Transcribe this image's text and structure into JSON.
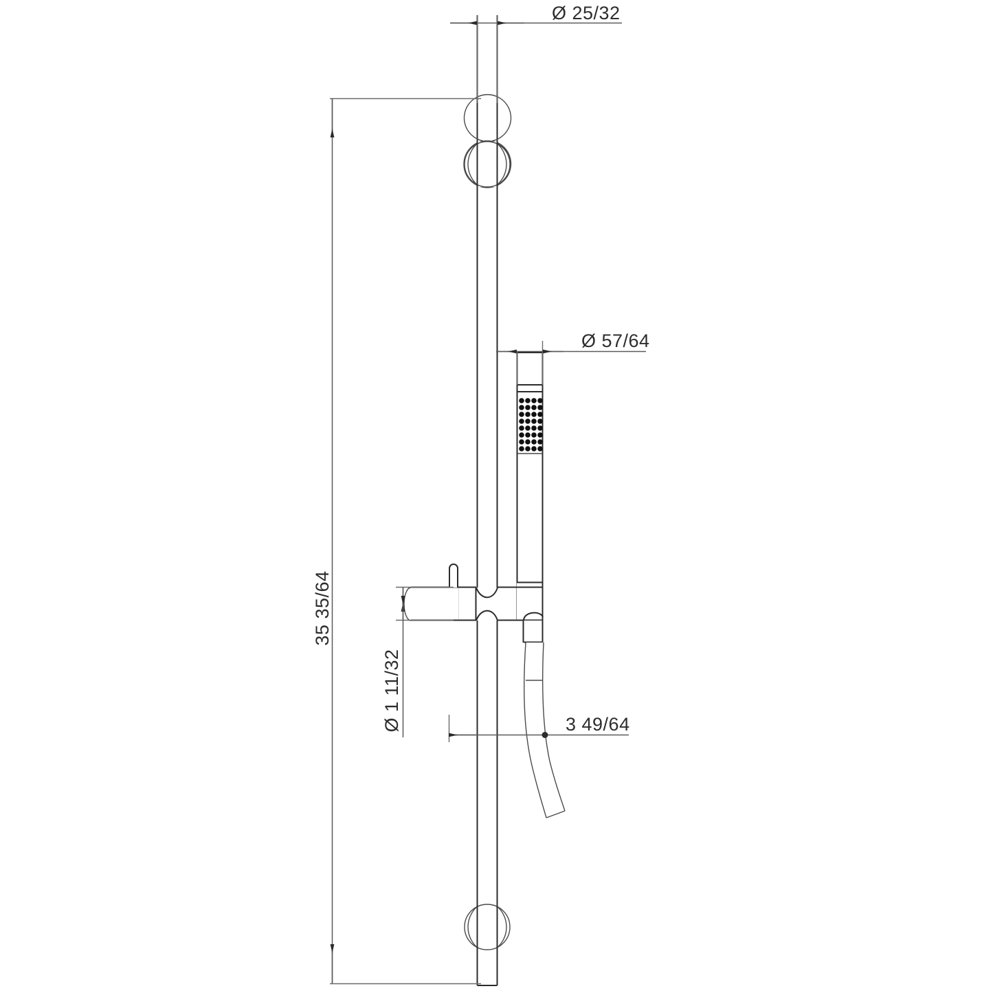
{
  "drawing": {
    "title": "Shower Slide Bar With Handheld Shower - Dimensioned Technical Drawing",
    "units": "inches (fractional)",
    "background_color": "#ffffff",
    "line_color": "#3a3a3a",
    "dimension_color": "#5a5a5a",
    "text_color": "#2d2d2d"
  },
  "dimensions": {
    "rail_diameter": {
      "label": "Ø 25/32",
      "symbol": "Ø",
      "value": "25/32",
      "orientation": "horizontal",
      "describes": "slide-bar-rail-diameter"
    },
    "handshower_diameter": {
      "label": "Ø 57/64",
      "symbol": "Ø",
      "value": "57/64",
      "orientation": "horizontal",
      "describes": "handheld-shower-body-diameter"
    },
    "overall_height": {
      "label": "35 35/64",
      "value": "35 35/64",
      "orientation": "vertical",
      "describes": "overall-slide-bar-length"
    },
    "valve_diameter": {
      "label": "Ø 1 11/32",
      "symbol": "Ø",
      "value": "1 11/32",
      "orientation": "vertical",
      "describes": "mixer-valve-body-diameter"
    },
    "projection": {
      "label": "3  49/64",
      "value": "3 49/64",
      "orientation": "horizontal",
      "describes": "projection-from-wall-to-hose"
    }
  },
  "parts": [
    {
      "name": "slide-bar-rail",
      "description": "Vertical round shower slide bar"
    },
    {
      "name": "upper-wall-bracket",
      "description": "Upper circular wall mounting bracket"
    },
    {
      "name": "lower-wall-bracket",
      "description": "Lower circular wall mounting bracket"
    },
    {
      "name": "handheld-shower",
      "description": "Handheld shower wand with square spray face"
    },
    {
      "name": "spray-face",
      "description": "Spray nozzle grid, 4 columns by 8 rows"
    },
    {
      "name": "mixer-valve-body",
      "description": "Horizontal mixer valve body with lever"
    },
    {
      "name": "valve-lever",
      "description": "Upright control lever stub on valve"
    },
    {
      "name": "hose-outlet-elbow",
      "description": "Hose connection elbow under valve"
    },
    {
      "name": "shower-hose",
      "description": "Flexible shower hose curving down and outward"
    }
  ],
  "spray_face": {
    "columns": 4,
    "rows": 8,
    "dot_color": "#111111"
  }
}
